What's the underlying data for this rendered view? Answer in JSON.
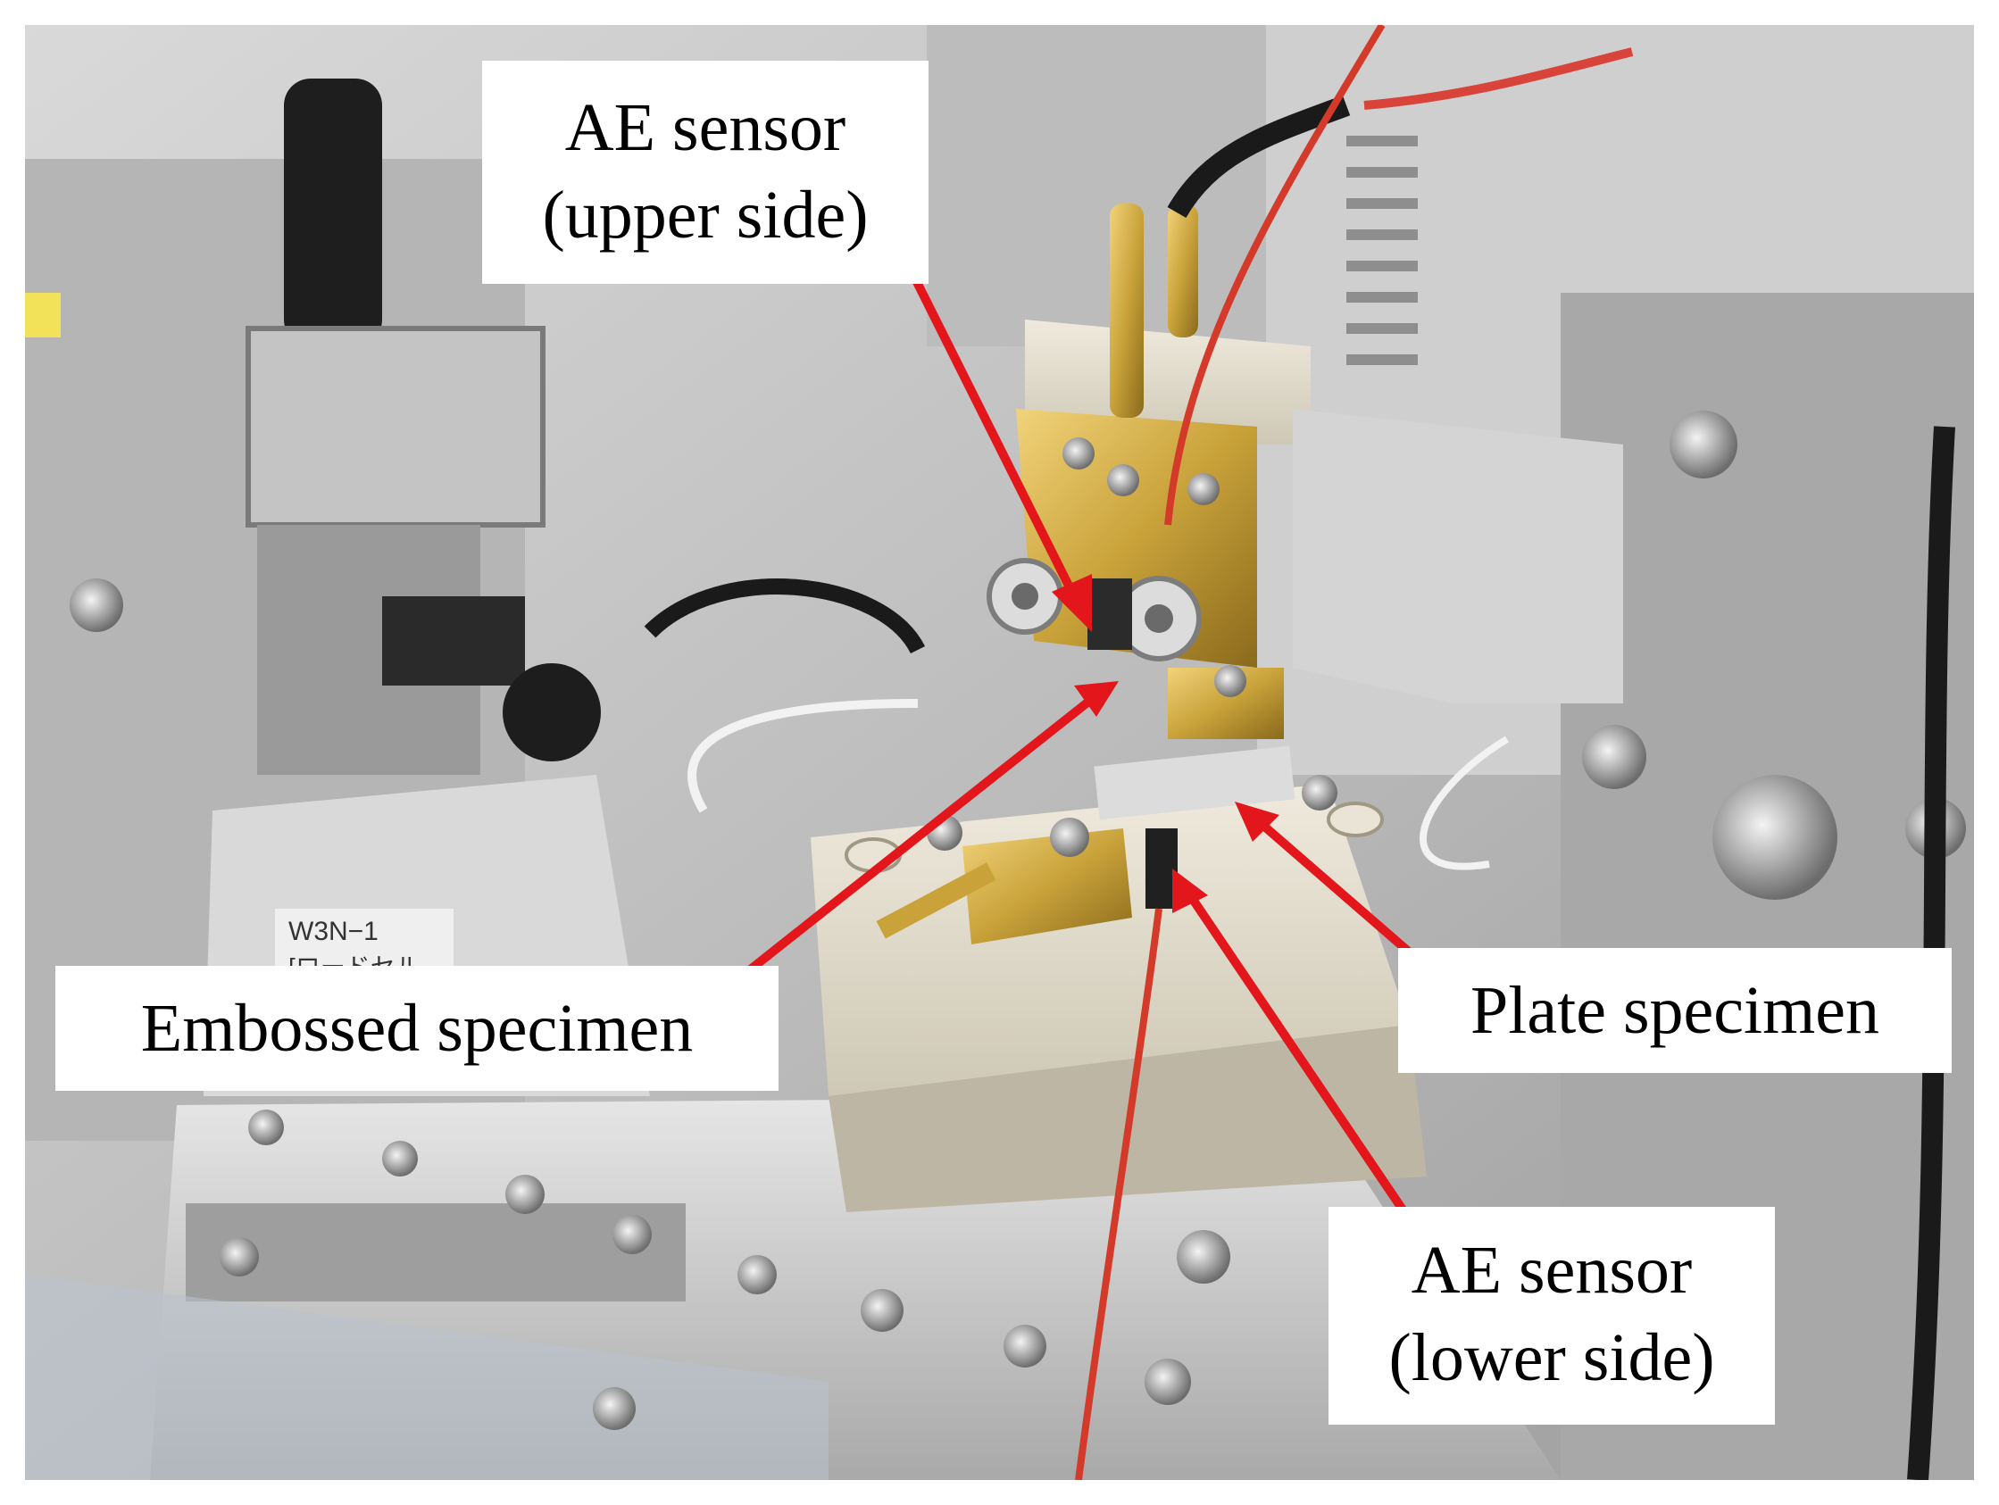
{
  "labels": {
    "ae_upper": {
      "line1": "AE sensor",
      "line2": "(upper side)"
    },
    "embossed": "Embossed specimen",
    "plate": "Plate specimen",
    "ae_lower": {
      "line1": "AE sensor",
      "line2": "(lower side)"
    }
  },
  "photo_text": {
    "load_cell_model": "W3N−1",
    "load_cell_sub": "[ロードセル"
  },
  "colors": {
    "arrow": "#e3161b",
    "brass": "#c9a23a",
    "aluminum": "#c8c8c8",
    "ceramic": "#e2ddd0",
    "wire": "#d33a2a"
  }
}
